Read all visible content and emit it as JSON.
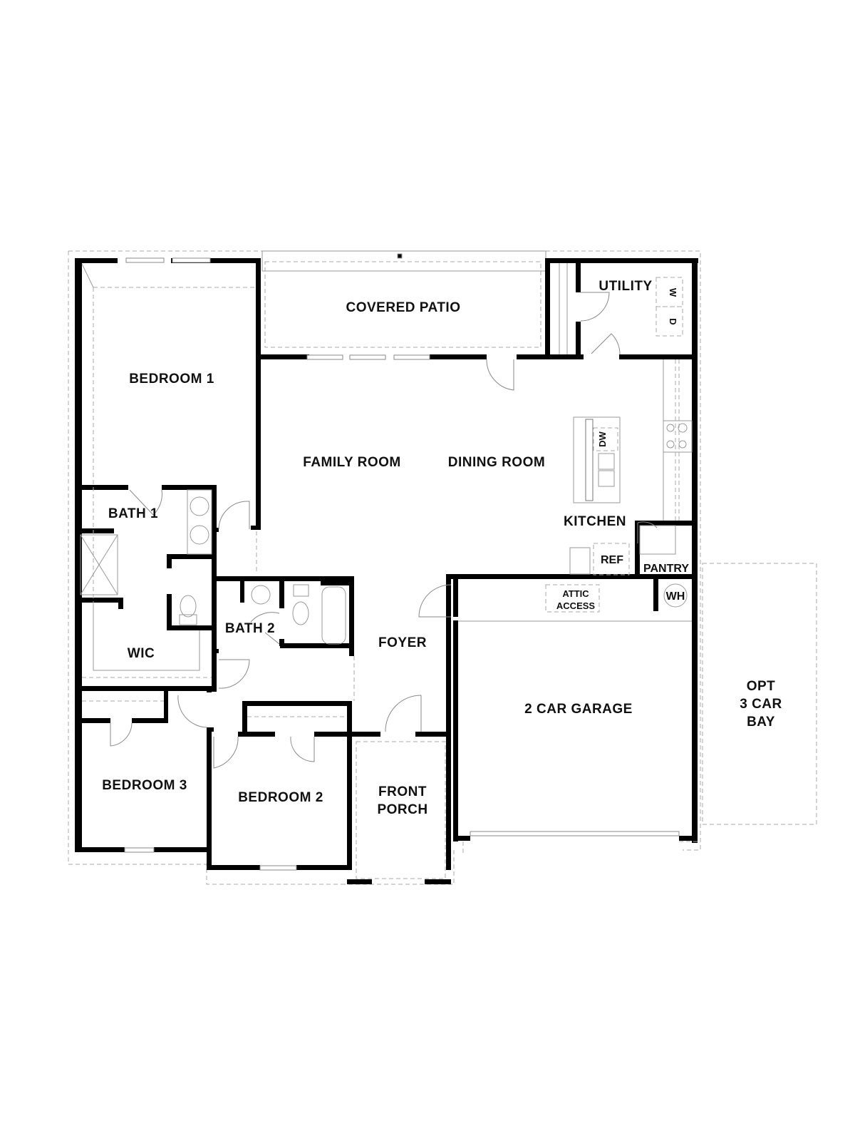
{
  "floorplan": {
    "rooms": {
      "bedroom_1": "BEDROOM 1",
      "covered_patio": "COVERED PATIO",
      "utility": "UTILITY",
      "washer": "W",
      "dryer": "D",
      "family_room": "FAMILY ROOM",
      "dining_room": "DINING ROOM",
      "dishwasher": "DW",
      "kitchen": "KITCHEN",
      "refrigerator": "REF",
      "pantry": "PANTRY",
      "bath_1": "BATH 1",
      "wic": "WIC",
      "bath_2": "BATH 2",
      "attic_access_line1": "ATTIC",
      "attic_access_line2": "ACCESS",
      "water_heater": "WH",
      "foyer": "FOYER",
      "garage": "2 CAR GARAGE",
      "opt_bay_line1": "OPT",
      "opt_bay_line2": "3 CAR",
      "opt_bay_line3": "BAY",
      "bedroom_3": "BEDROOM 3",
      "bedroom_2": "BEDROOM 2",
      "front_porch_line1": "FRONT",
      "front_porch_line2": "PORCH"
    },
    "colors": {
      "wall": "#000000",
      "fixture_line": "#9a9a9a",
      "background": "#ffffff"
    }
  }
}
